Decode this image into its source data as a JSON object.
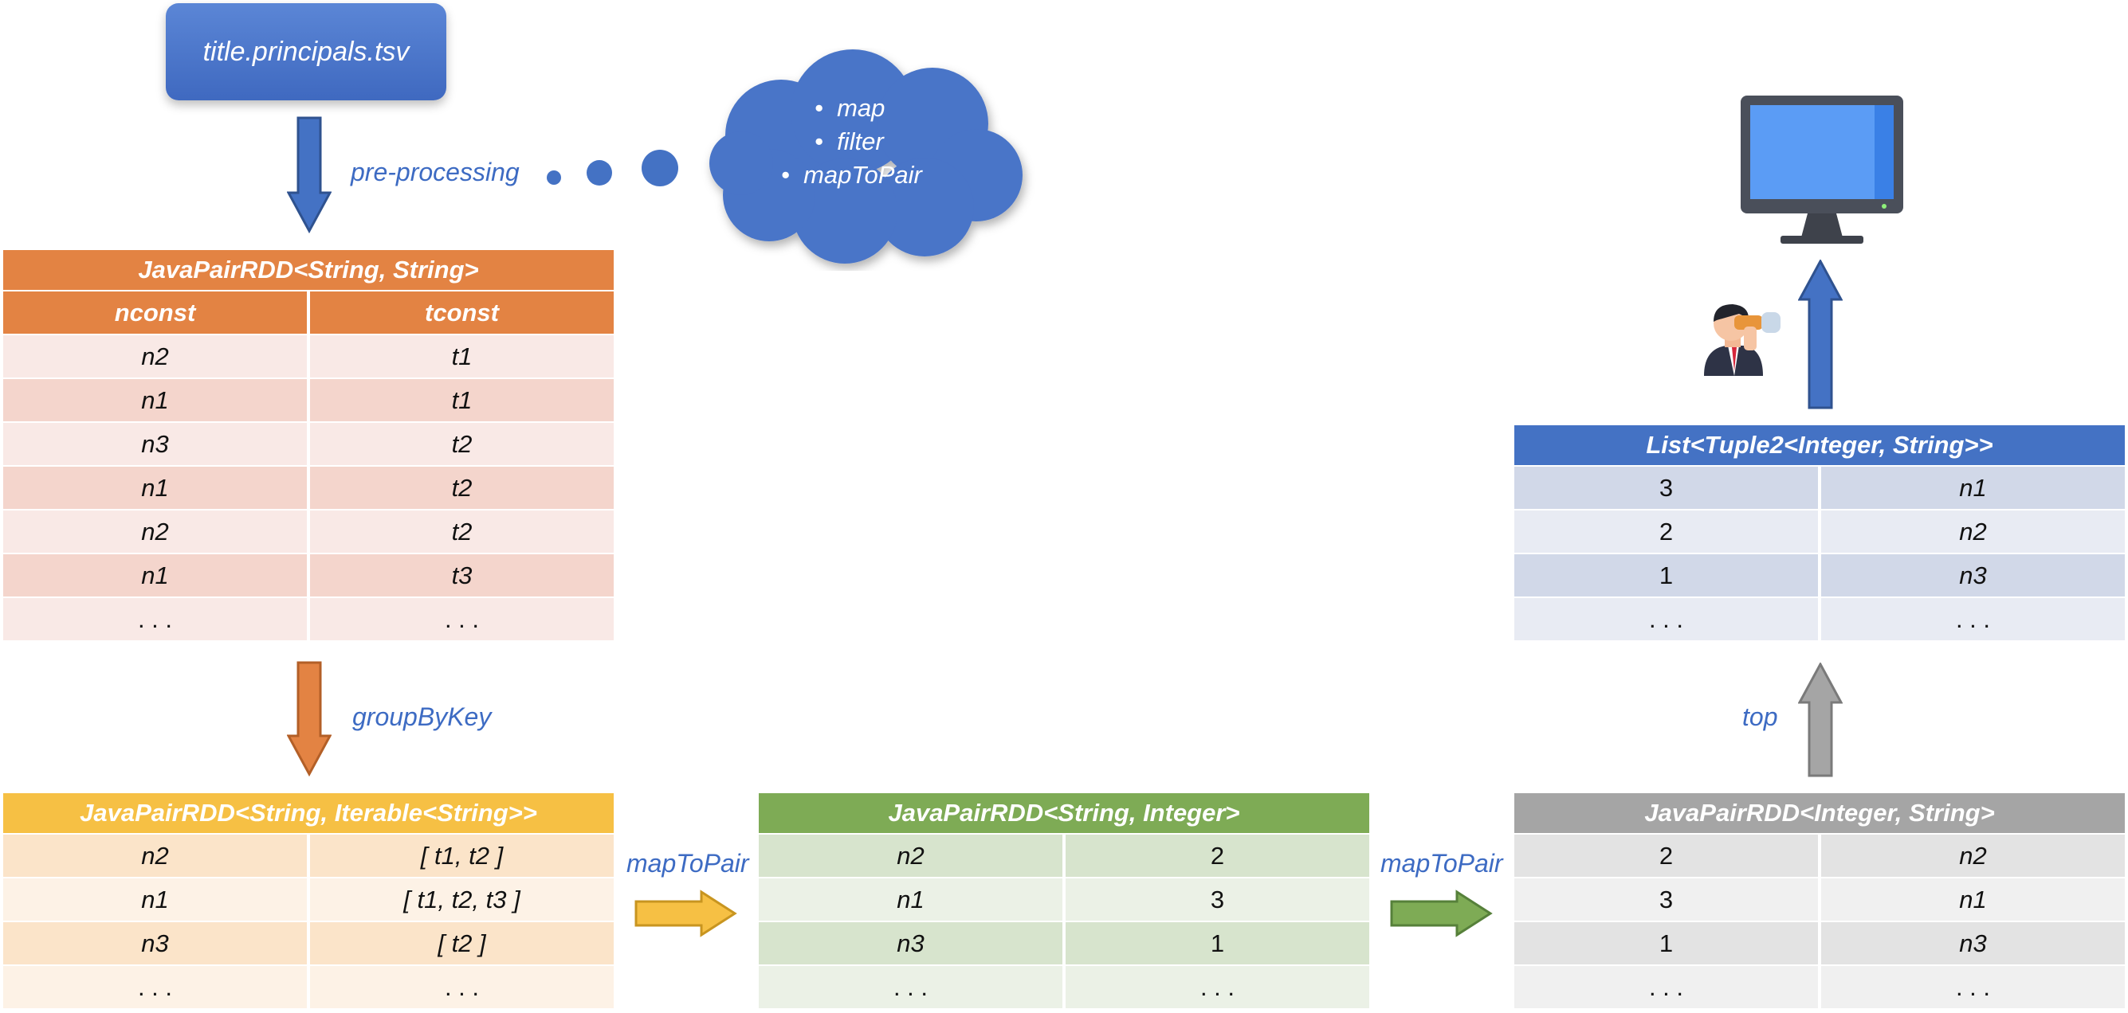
{
  "source_file": "title.principals.tsv",
  "cloud": {
    "items": [
      "map",
      "filter",
      "mapToPair"
    ]
  },
  "labels": {
    "preprocessing": "pre-processing",
    "groupbykey": "groupByKey",
    "maptopair1": "mapToPair",
    "maptopair2": "mapToPair",
    "top": "top"
  },
  "colors": {
    "orange": "#e38343",
    "yellow": "#f6c044",
    "green": "#7eab55",
    "gray": "#a5a5a5",
    "blue": "#4472c4"
  },
  "tables": {
    "pairs": {
      "title": "JavaPairRDD<String, String>",
      "headers": [
        "nconst",
        "tconst"
      ],
      "rows": [
        [
          "n2",
          "t1"
        ],
        [
          "n1",
          "t1"
        ],
        [
          "n3",
          "t2"
        ],
        [
          "n1",
          "t2"
        ],
        [
          "n2",
          "t2"
        ],
        [
          "n1",
          "t3"
        ],
        [
          ". . .",
          ". . ."
        ]
      ]
    },
    "grouped": {
      "title": "JavaPairRDD<String, Iterable<String>>",
      "rows": [
        [
          "n2",
          "[ t1, t2 ]"
        ],
        [
          "n1",
          "[ t1, t2, t3 ]"
        ],
        [
          "n3",
          "[ t2 ]"
        ],
        [
          ". . .",
          ". . ."
        ]
      ]
    },
    "counts": {
      "title": "JavaPairRDD<String, Integer>",
      "rows": [
        [
          "n2",
          "2"
        ],
        [
          "n1",
          "3"
        ],
        [
          "n3",
          "1"
        ],
        [
          ". . .",
          ". . ."
        ]
      ]
    },
    "swapped": {
      "title": "JavaPairRDD<Integer, String>",
      "rows": [
        [
          "2",
          "n2"
        ],
        [
          "3",
          "n1"
        ],
        [
          "1",
          "n3"
        ],
        [
          ". . .",
          ". . ."
        ]
      ]
    },
    "top": {
      "title": "List<Tuple2<Integer, String>>",
      "rows": [
        [
          "3",
          "n1"
        ],
        [
          "2",
          "n2"
        ],
        [
          "1",
          "n3"
        ],
        [
          ". . .",
          ". . ."
        ]
      ]
    }
  }
}
